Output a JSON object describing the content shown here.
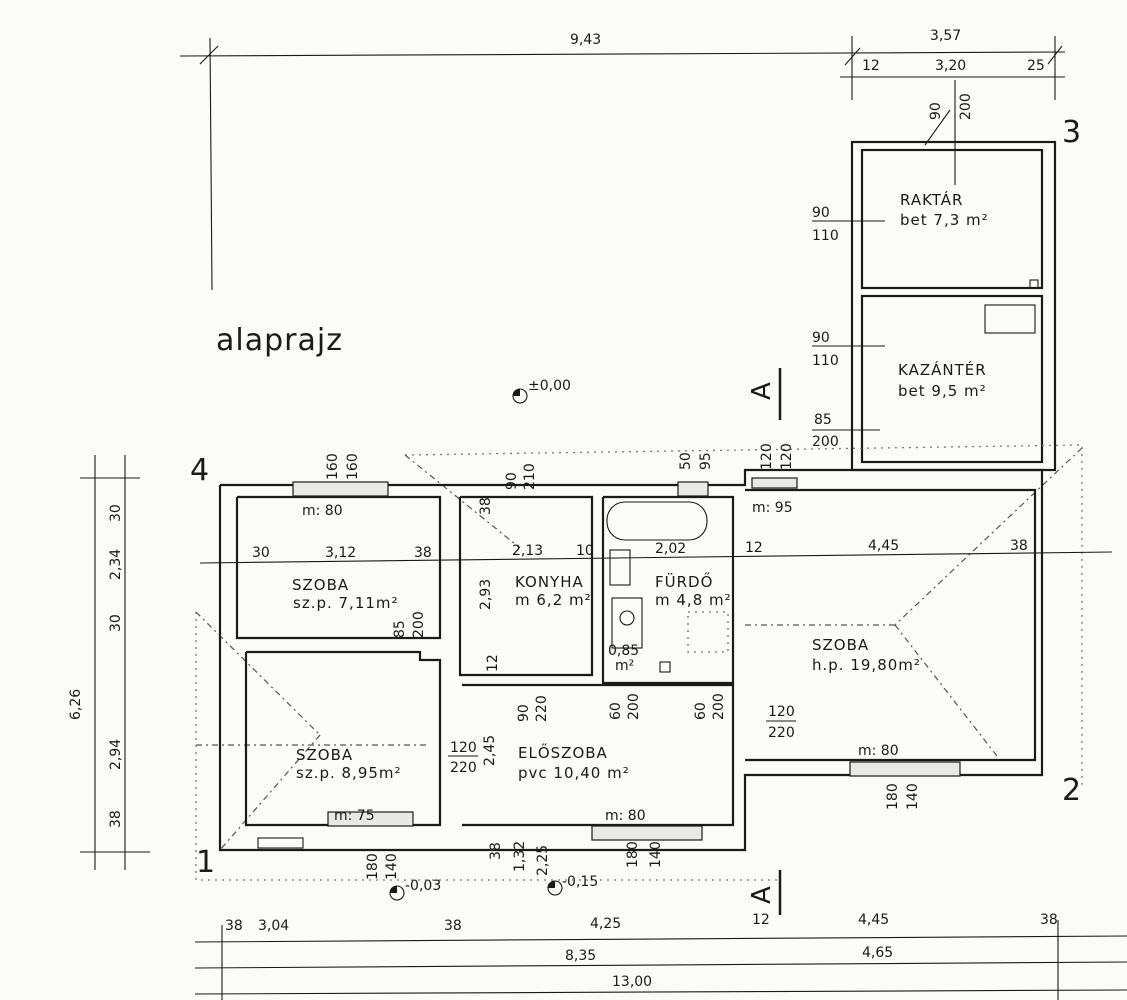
{
  "title": "alaprajz",
  "axis_markers": [
    "1",
    "2",
    "3",
    "4"
  ],
  "section_marker": "A",
  "elevations": {
    "ground": "±0,00",
    "entry_low": "-0,03",
    "entry_step": "-0,15"
  },
  "rooms": [
    {
      "name": "RAKTÁR",
      "floor": "bet 7,3 m²"
    },
    {
      "name": "KAZÁNTÉR",
      "floor": "bet 9,5 m²"
    },
    {
      "name": "SZOBA",
      "floor": "sz.p. 7,11m²"
    },
    {
      "name": "KONYHA",
      "floor": "m 6,2 m²"
    },
    {
      "name": "FÜRDŐ",
      "floor": "m 4,8 m²"
    },
    {
      "name": "SZOBA",
      "floor": "h.p. 19,80m²"
    },
    {
      "name": "SZOBA",
      "floor": "sz.p. 8,95m²"
    },
    {
      "name": "ELŐSZOBA",
      "floor": "pvc 10,40 m²"
    }
  ],
  "dimensions": {
    "top_total_left": "9,43",
    "top_total_right": "3,57",
    "top_sub": [
      "12",
      "3,20",
      "25"
    ],
    "bottom_row1": [
      "38",
      "3,04",
      "38",
      "4,25",
      "12",
      "4,45",
      "38"
    ],
    "bottom_row2": [
      "8,35",
      "4,65"
    ],
    "bottom_total": "13,00",
    "left_total": "6,26",
    "left_sub": [
      "30",
      "2,34",
      "30",
      "2,94",
      "38"
    ],
    "room_widths": [
      "30",
      "3,12",
      "38",
      "2,13",
      "10",
      "2,02",
      "12",
      "4,45",
      "38"
    ],
    "kitchen_height": [
      "38",
      "2,93",
      "12"
    ],
    "hall_height": [
      "2,45",
      "38",
      "1,32",
      "2,25"
    ]
  },
  "openings": {
    "raktar_window": [
      "90",
      "200"
    ],
    "raktar_side": [
      "90",
      "110"
    ],
    "kazanter_side": [
      "90",
      "110"
    ],
    "kazanter_door": [
      "85",
      "200"
    ],
    "szoba1_window": [
      "160",
      "160"
    ],
    "szoba1_sill": "m: 80",
    "szoba1_door": [
      "85",
      "200"
    ],
    "kitchen_door": [
      "90",
      "210"
    ],
    "bath_window": [
      "50",
      "95"
    ],
    "corridor_window": [
      "120",
      "120"
    ],
    "szoba_big_sill_top": "m: 95",
    "szoba_big_sill_bottom": "m: 80",
    "szoba_big_window": [
      "180",
      "140"
    ],
    "szoba_big_door": [
      "120",
      "220"
    ],
    "wc": [
      "0,85",
      "m²"
    ],
    "hall_door1": [
      "90",
      "220"
    ],
    "hall_door2": [
      "60",
      "200"
    ],
    "hall_door3": [
      "60",
      "200"
    ],
    "szoba2_door": [
      "120",
      "220"
    ],
    "szoba2_sill": "m: 75",
    "szoba2_window": [
      "180",
      "140"
    ],
    "hall_sill": "m: 80",
    "hall_window": [
      "180",
      "140"
    ]
  }
}
